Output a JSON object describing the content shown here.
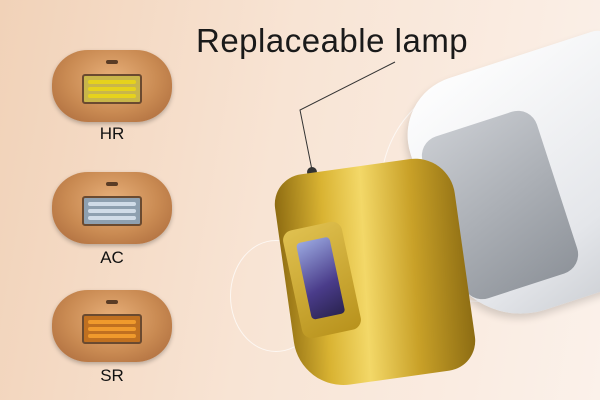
{
  "title": "Replaceable lamp",
  "lamps": [
    {
      "label": "HR",
      "color": "#e6d21c"
    },
    {
      "label": "AC",
      "color": "#b8c8d8"
    },
    {
      "label": "SR",
      "color": "#f09a2c"
    }
  ]
}
